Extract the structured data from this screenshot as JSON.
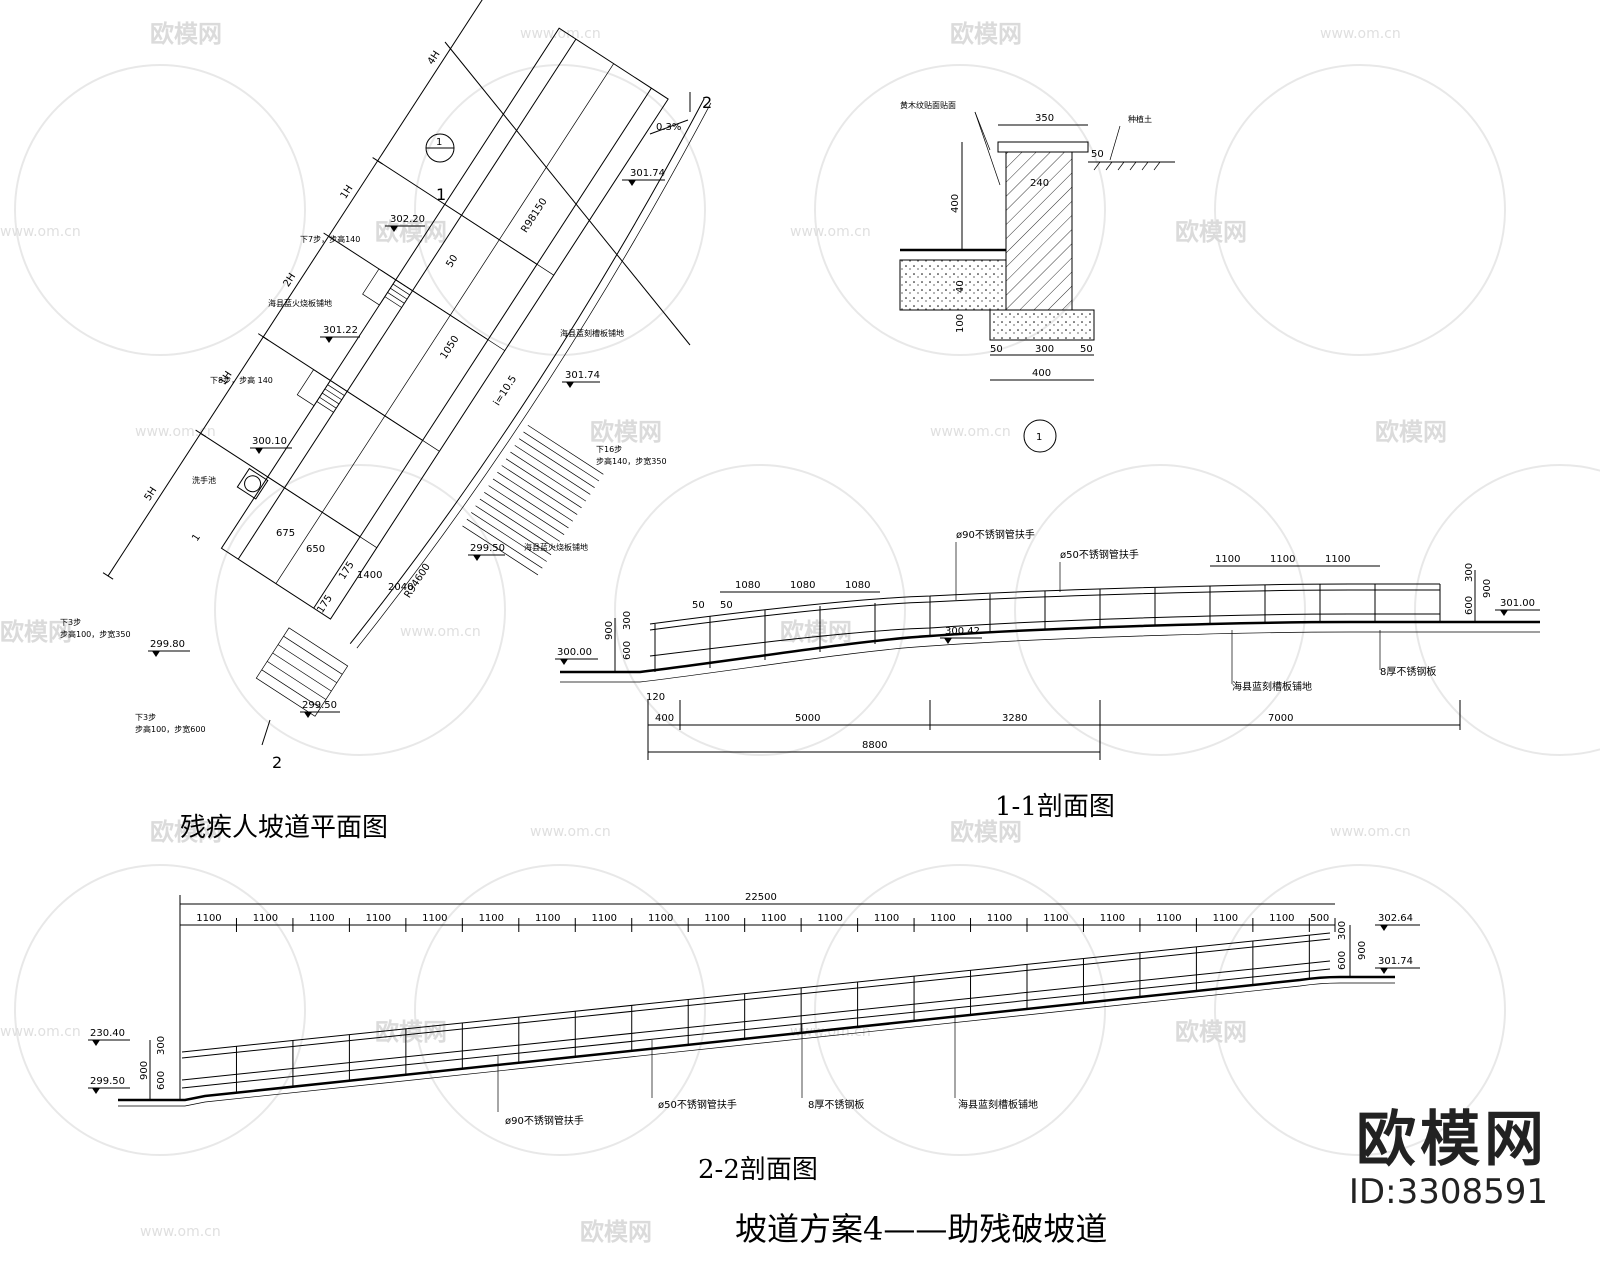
{
  "sheet_title": "坡道方案4——助残破坡道",
  "watermark": {
    "brand": "欧模网",
    "site": "www.om.cn",
    "id": "ID:3308591"
  },
  "plan": {
    "title": "残疾人坡道平面图",
    "elevations": [
      "302.20",
      "301.22",
      "300.10",
      "299.80",
      "299.50",
      "301.74",
      "301.74",
      "299.50"
    ],
    "dims": [
      "4H",
      "1H",
      "2H",
      "1H",
      "5H",
      "675",
      "650",
      "1400",
      "50",
      "1050",
      "2040",
      "175",
      "175"
    ],
    "radii": [
      "R98150",
      "R94600"
    ],
    "slope": "0.3%",
    "gradient": "i=10.5",
    "section_marks": [
      "1",
      "1",
      "2",
      "2"
    ],
    "detail_ref": "1",
    "notes": {
      "steps_7": "下7步，步高140",
      "steps_8": "下8步，步高 140",
      "steps_16": "下16步",
      "steps_16_detail": "步高140，步宽350",
      "steps_3a": "下3步",
      "steps_3a_detail": "步高100，步宽350",
      "steps_3b": "下3步",
      "steps_3b_detail": "步高100，步宽600",
      "paving_1": "海县蓝火烧板铺地",
      "paving_2": "海县蓝刻槽板铺地",
      "paving_3": "海县蓝火烧板铺地",
      "basin": "洗手池"
    }
  },
  "detail": {
    "label_top": "黄木纹贴面贴面",
    "soil": "种植土",
    "dims": [
      "350",
      "50",
      "400",
      "240",
      "40",
      "100",
      "50",
      "300",
      "50",
      "400"
    ],
    "ref": "1"
  },
  "section11": {
    "title": "1-1剖面图",
    "handrail_90": "ø90不锈钢管扶手",
    "handrail_50": "ø50不锈钢管扶手",
    "plate": "8厚不锈钢板",
    "paving": "海县蓝刻槽板铺地",
    "top_dims_left": [
      "1080",
      "1080",
      "1080"
    ],
    "top_dims_right": [
      "1100",
      "1100",
      "1100"
    ],
    "small_dims": [
      "50",
      "50"
    ],
    "elevations": [
      "300.00",
      "300.42",
      "301.00"
    ],
    "left_dims": [
      "300",
      "900",
      "600"
    ],
    "right_dims": [
      "300",
      "900",
      "600"
    ],
    "bottom_dims": [
      "120",
      "400",
      "5000",
      "3280",
      "7000"
    ],
    "bottom_total": "8800"
  },
  "section22": {
    "title": "2-2剖面图",
    "total": "22500",
    "spans": [
      "1100",
      "1100",
      "1100",
      "1100",
      "1100",
      "1100",
      "1100",
      "1100",
      "1100",
      "1100",
      "1100",
      "1100",
      "1100",
      "1100",
      "1100",
      "1100",
      "1100",
      "1100",
      "1100",
      "1100",
      "500"
    ],
    "elev_left": [
      "230.40",
      "299.50"
    ],
    "elev_right": [
      "302.64",
      "301.74"
    ],
    "left_dims": [
      "300",
      "900",
      "600"
    ],
    "right_dims": [
      "300",
      "900",
      "600"
    ],
    "handrail_90": "ø90不锈钢管扶手",
    "handrail_50": "ø50不锈钢管扶手",
    "plate": "8厚不锈钢板",
    "paving": "海县蓝刻槽板铺地"
  }
}
